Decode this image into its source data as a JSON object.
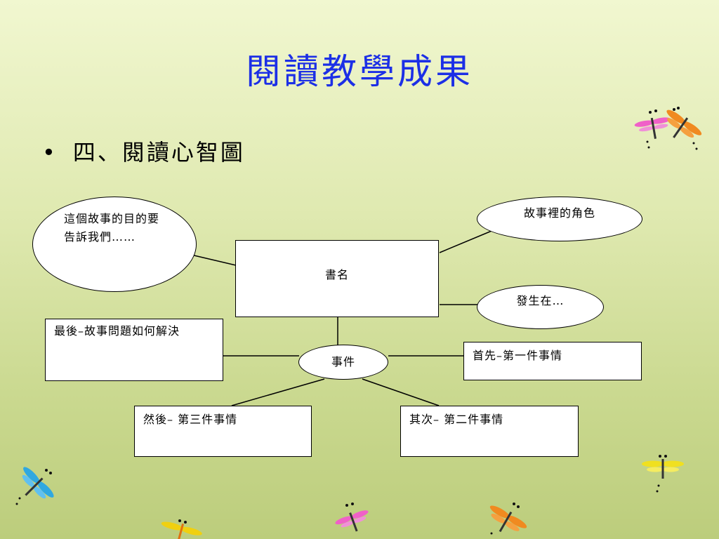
{
  "slide": {
    "title": "閱讀教學成果",
    "bullet": "•",
    "subtitle": "四、閱讀心智圖"
  },
  "diagram": {
    "center": "書名",
    "hub": "事件",
    "purpose": "這個故事的目的要告訴我們……",
    "characters": "故事裡的角色",
    "setting": "發生在…",
    "ending": "最後–故事問題如何解決",
    "first": "首先–第一件事情",
    "second": "其次– 第二件事情",
    "third": "然後– 第三件事情"
  },
  "colors": {
    "title": "#1c2fe6",
    "background_top": "#f1f7d0",
    "background_bottom": "#bccd7c"
  },
  "decorations": {
    "icon": "dragonfly-icon"
  }
}
